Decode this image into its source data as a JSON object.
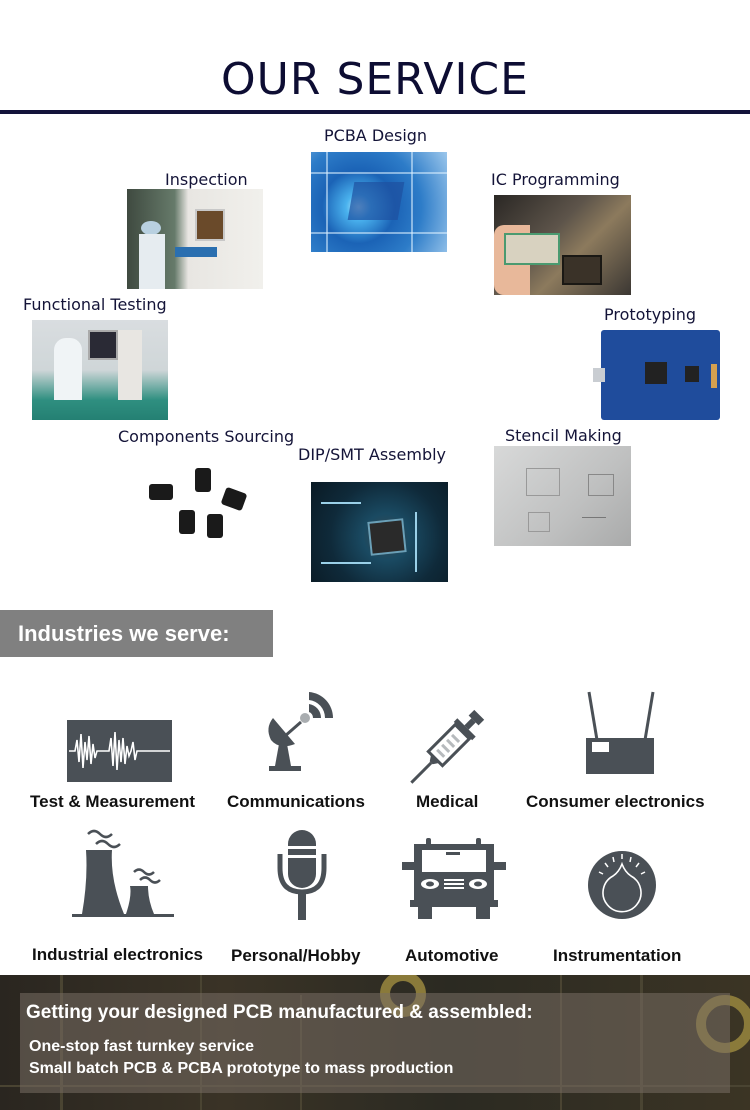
{
  "header": {
    "title": "OUR SERVICE",
    "rule_color": "#13133a",
    "title_color": "#0d0d33"
  },
  "services": [
    {
      "id": "pcba-design",
      "label": "PCBA Design"
    },
    {
      "id": "inspection",
      "label": "Inspection"
    },
    {
      "id": "ic-programming",
      "label": "IC Programming"
    },
    {
      "id": "functional-testing",
      "label": "Functional Testing"
    },
    {
      "id": "prototyping",
      "label": "Prototyping"
    },
    {
      "id": "components-sourcing",
      "label": "Components Sourcing"
    },
    {
      "id": "dip-smt-assembly",
      "label": "DIP/SMT Assembly"
    },
    {
      "id": "stencil-making",
      "label": "Stencil Making"
    }
  ],
  "industries": {
    "heading": "Industries we serve:",
    "bar_color": "#808080",
    "icon_color": "#4a5056",
    "items": [
      {
        "label": "Test & Measurement",
        "icon": "waveform-icon"
      },
      {
        "label": "Communications",
        "icon": "satellite-dish-icon"
      },
      {
        "label": "Medical",
        "icon": "syringe-icon"
      },
      {
        "label": "Consumer electronics",
        "icon": "router-icon"
      },
      {
        "label": "Industrial electronics",
        "icon": "factory-chimney-icon"
      },
      {
        "label": "Personal/Hobby",
        "icon": "microphone-icon"
      },
      {
        "label": "Automotive",
        "icon": "vehicle-front-icon"
      },
      {
        "label": "Instrumentation",
        "icon": "dial-knob-icon"
      }
    ]
  },
  "footer": {
    "heading": "Getting your designed PCB manufactured & assembled:",
    "lines": [
      "One-stop fast turnkey service",
      "Small batch PCB & PCBA prototype to mass production"
    ]
  }
}
